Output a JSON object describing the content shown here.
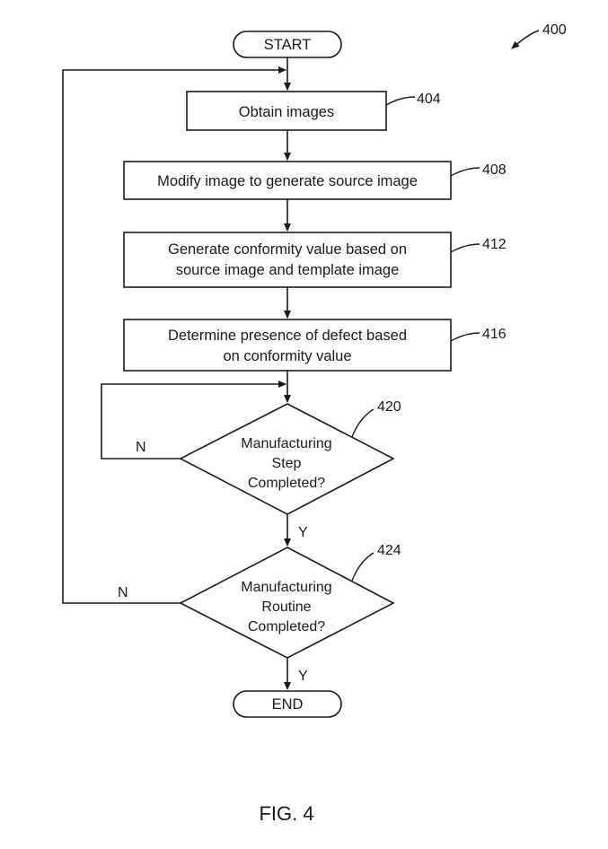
{
  "figure_ref": "400",
  "figure_caption": "FIG. 4",
  "nodes": {
    "start": {
      "label": "START"
    },
    "step404": {
      "ref": "404",
      "lines": [
        "Obtain images"
      ]
    },
    "step408": {
      "ref": "408",
      "lines": [
        "Modify image to generate source image"
      ]
    },
    "step412": {
      "ref": "412",
      "lines": [
        "Generate conformity value based on",
        "source image and template image"
      ]
    },
    "step416": {
      "ref": "416",
      "lines": [
        "Determine presence of defect based",
        "on conformity value"
      ]
    },
    "decision420": {
      "ref": "420",
      "lines": [
        "Manufacturing",
        "Step",
        "Completed?"
      ]
    },
    "decision424": {
      "ref": "424",
      "lines": [
        "Manufacturing",
        "Routine",
        "Completed?"
      ]
    },
    "end": {
      "label": "END"
    }
  },
  "edges": {
    "d420_no": "N",
    "d420_yes": "Y",
    "d424_no": "N",
    "d424_yes": "Y"
  }
}
